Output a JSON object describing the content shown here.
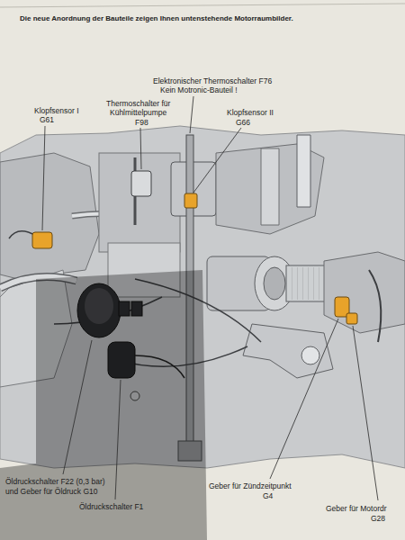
{
  "diagram": {
    "title": "Die neue Anordnung der Bauteile zeigen Ihnen untenstehende Motorraumbilder.",
    "labels": [
      "Klopfsensor I",
      "G61",
      "Thermoschalter für",
      "Kühlmittelpumpe",
      "F98",
      "Elektronischer Thermoschalter F76",
      "Kein Motronic-Bauteil !",
      "Klopfsensor II",
      "G66",
      "Öldruckschalter F22 (0,3 bar)",
      "und Geber für Öldruck G10",
      "Öldruckschalter F1",
      "Geber für Zündzeitpunkt",
      "G4",
      "Geber für Motordr",
      "G28"
    ]
  }
}
